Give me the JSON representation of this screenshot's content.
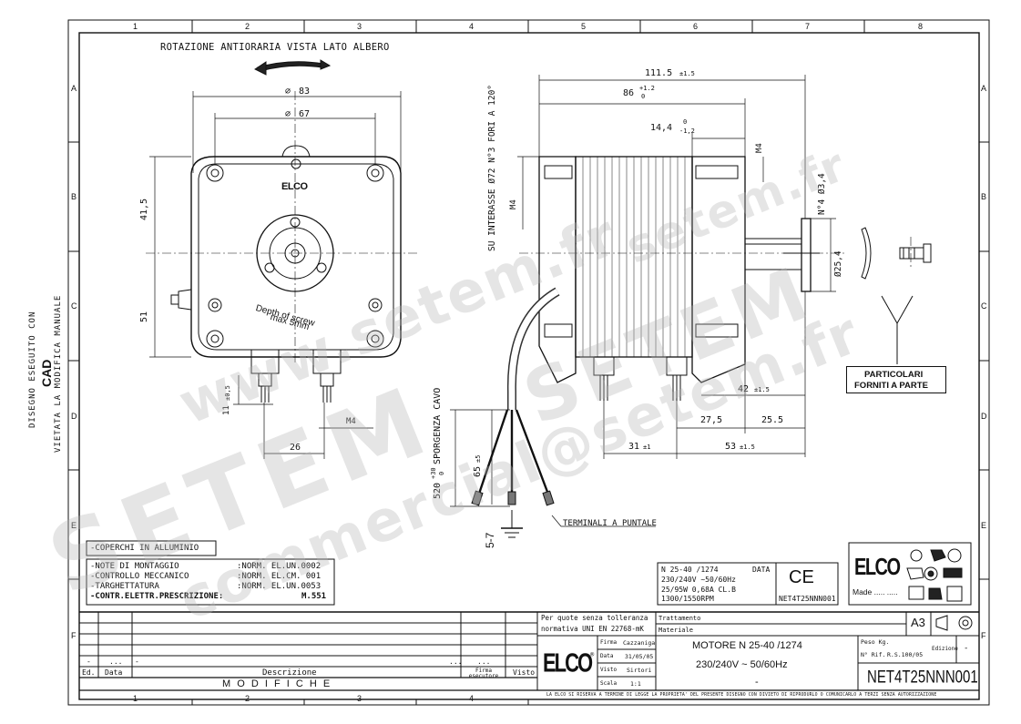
{
  "grid": {
    "cols": [
      "1",
      "2",
      "3",
      "4",
      "5",
      "6",
      "7",
      "8"
    ],
    "rows": [
      "A",
      "B",
      "C",
      "D",
      "E",
      "F"
    ]
  },
  "side_note": {
    "line1": "DISEGNO ESEGUITO CON",
    "line2": "CAD",
    "line3": "VIETATA LA MODIFICA MANUALE"
  },
  "drawing": {
    "rotation_title": "ROTAZIONE ANTIORARIA VISTA LATO ALBERO",
    "front": {
      "dia83": "83",
      "dia67": "67",
      "h41": "41,5",
      "h51": "51",
      "h11": "11",
      "h11_tol": "±0,5",
      "m4": "M4",
      "w26": "26",
      "logo": "ELCO",
      "screw1": "Depth of screw",
      "screw2": "max 5mm"
    },
    "side": {
      "w111": "111.5",
      "w111_tol": "±1.5",
      "w86": "86",
      "w86_tol_up": "+1.2",
      "w86_tol_dn": "0",
      "w14": "14,4",
      "w14_tol_up": "0",
      "w14_tol_dn": "-1,2",
      "m4_right": "M4",
      "m4_left": "M4",
      "holes": "N°4 Ø3,4",
      "interasse": "SU INTERASSE Ø72 N°3 FORI A 120°",
      "d25": "Ø25,4",
      "w42": "42",
      "w42_tol": "±1.5",
      "w27": "27,5",
      "w25": "25.5",
      "w31": "31",
      "w31_tol": "±1",
      "w53": "53",
      "w53_tol": "±1.5",
      "cable1": "520",
      "cable1_tol_up": "+30",
      "cable1_tol_dn": "0",
      "cable2": "65",
      "cable2_tol": "±5",
      "cable_label": "SPORGENZA CAVO",
      "wire_len": "5-7",
      "terminals": "TERMINALI A PUNTALE",
      "parts1": "PARTICOLARI",
      "parts2": "FORNITI A PARTE"
    }
  },
  "notes": {
    "covers": "-COPERCHI IN ALLUMINIO",
    "items": [
      {
        "label": "-NOTE DI MONTAGGIO",
        "value": ":NORM. EL.UN.0002",
        "extra": ""
      },
      {
        "label": "-CONTROLLO MECCANICO",
        "value": ":NORM. EL.CM. 001",
        "extra": ""
      },
      {
        "label": "-TARGHETTATURA",
        "value": ":NORM. EL.UN.0053",
        "extra": ""
      },
      {
        "label": "-CONTR.ELETTR.PRESCRIZIONE:",
        "value": "",
        "extra": "M.551"
      }
    ]
  },
  "nameplate": {
    "line1": "N 25-40   /1274",
    "data": "DATA",
    "line2": "230/240V ~50/60Hz",
    "line3": "25/95W 0,68A CL.B",
    "line4": "1300/1550RPM",
    "ce": "CE",
    "code": "NET4T25NNN001",
    "made": "Made ..... ....."
  },
  "title_block": {
    "revisions": {
      "row_ed": "-",
      "row_date": "...",
      "row_desc": "-",
      "row_desc_end": "...",
      "row_firma": "...",
      "headers": [
        "Ed.",
        "Data",
        "Descrizione",
        "Firma esecutore",
        "Visto"
      ],
      "modifiche": "M O D I F I C H E"
    },
    "tolerance1": "Per quote senza tolleranza",
    "tolerance2": "normativa UNI EN 22768-mK",
    "logo": "ELCO",
    "firma_label": "Firma",
    "firma": "Cazzaniga",
    "data_label": "Data",
    "data": "31/05/05",
    "visto_label": "Visto",
    "visto": "Sirtori",
    "scala_label": "Scala",
    "scala": "1:1",
    "trattamento": "Trattamento",
    "materiale": "Materiale",
    "format": "A3",
    "title1": "MOTORE N 25-40 /1274",
    "title2": "230/240V  ~  50/60Hz",
    "title3": "-",
    "peso": "Peso Kg.",
    "edizione": "Edizione",
    "edizione_val": "-",
    "rif_label": "N° Rif.",
    "rif": "R.S.100/05",
    "code": "NET4T25NNN001",
    "footer": "LA ELCO SI RISERVA A TERMINE DI LEGGE LA PROPRIETA' DEL PRESENTE DISEGNO CON DIVIETO DI RIPRODURLO O COMUNICARLO A TERZI SENZA AUTORIZZAZIONE"
  },
  "watermarks": [
    "SETEM",
    "www.setem.fr",
    "commercial@setem.fr",
    "SETEM",
    "setem.fr"
  ]
}
